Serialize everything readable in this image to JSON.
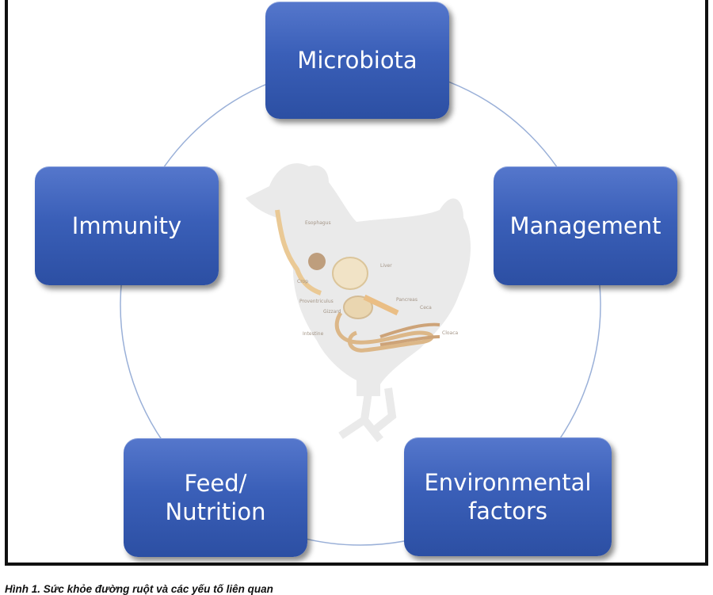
{
  "diagram": {
    "nodes": [
      {
        "id": "microbiota",
        "label": "Microbiota"
      },
      {
        "id": "management",
        "label": "Management"
      },
      {
        "id": "environmental",
        "label": "Environmental\nfactors"
      },
      {
        "id": "feed",
        "label": "Feed/\nNutrition"
      },
      {
        "id": "immunity",
        "label": "Immunity"
      }
    ],
    "center_image": "chicken-digestive-tract-illustration",
    "anatomy_labels": [
      "Esophagus",
      "Crop",
      "Liver",
      "Proventriculus",
      "Gizzard",
      "Pancreas",
      "Ceca",
      "Intestine",
      "Cloaca"
    ]
  },
  "caption": "Hình 1. Sức khỏe đường ruột và các yếu tố liên quan",
  "colors": {
    "box": "#3a5fb8",
    "circle": "#9ab0d8",
    "silhouette": "#e6e6e6",
    "organs": "#e8c48a"
  }
}
